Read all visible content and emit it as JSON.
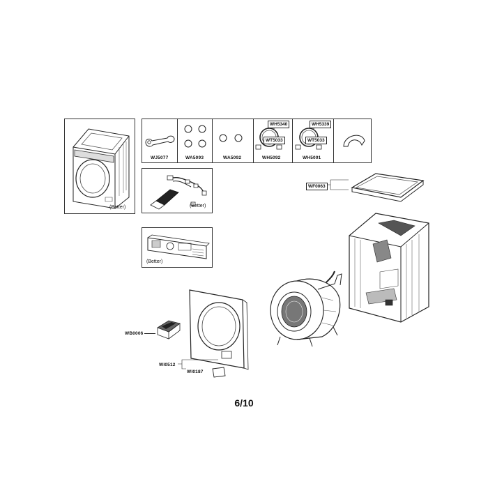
{
  "labels": {
    "better": "(Better)",
    "wj5077": "WJ5077",
    "wa5093": "WA5093",
    "wa5092": "WA5092",
    "wh5340": "WH5340",
    "wt5033a": "WT5033",
    "wh5092": "WH5092",
    "wh5339": "WH5339",
    "wt5033b": "WT5033",
    "wh5091": "WH5091",
    "wf0063": "WF0063",
    "wb0006": "WB0006",
    "wi0512": "WI0512",
    "wi0187": "WI0187"
  },
  "page_number": "6/10"
}
